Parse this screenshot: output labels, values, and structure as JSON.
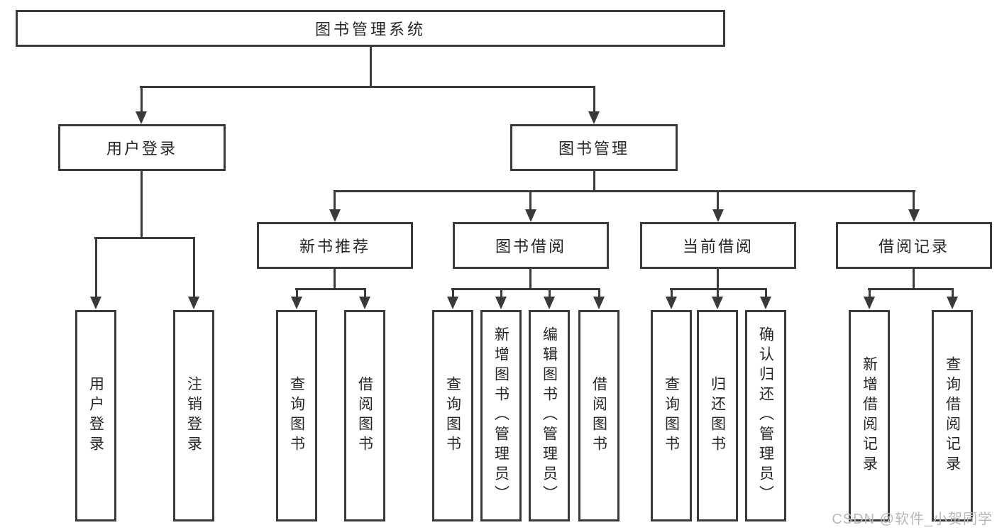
{
  "tree": {
    "root": {
      "label": "图书管理系统"
    },
    "branches": [
      {
        "label": "用户登录",
        "children": [
          {
            "label": "用户登录"
          },
          {
            "label": "注销登录"
          }
        ]
      },
      {
        "label": "图书管理",
        "children": [
          {
            "label": "新书推荐",
            "children": [
              {
                "label": "查询图书"
              },
              {
                "label": "借阅图书"
              }
            ]
          },
          {
            "label": "图书借阅",
            "children": [
              {
                "label": "查询图书"
              },
              {
                "label": "新增图书（管理员）"
              },
              {
                "label": "编辑图书（管理员）"
              },
              {
                "label": "借阅图书"
              }
            ]
          },
          {
            "label": "当前借阅",
            "children": [
              {
                "label": "查询图书"
              },
              {
                "label": "归还图书"
              },
              {
                "label": "确认归还（管理员）"
              }
            ]
          },
          {
            "label": "借阅记录",
            "children": [
              {
                "label": "新增借阅记录"
              },
              {
                "label": "查询借阅记录"
              }
            ]
          }
        ]
      }
    ]
  },
  "watermark": {
    "text": "CSDN @软件_小贺同学"
  },
  "colors": {
    "line": "#3a3a3a",
    "text": "#262626",
    "watermark": "#b9b9b9",
    "background": "#ffffff"
  }
}
